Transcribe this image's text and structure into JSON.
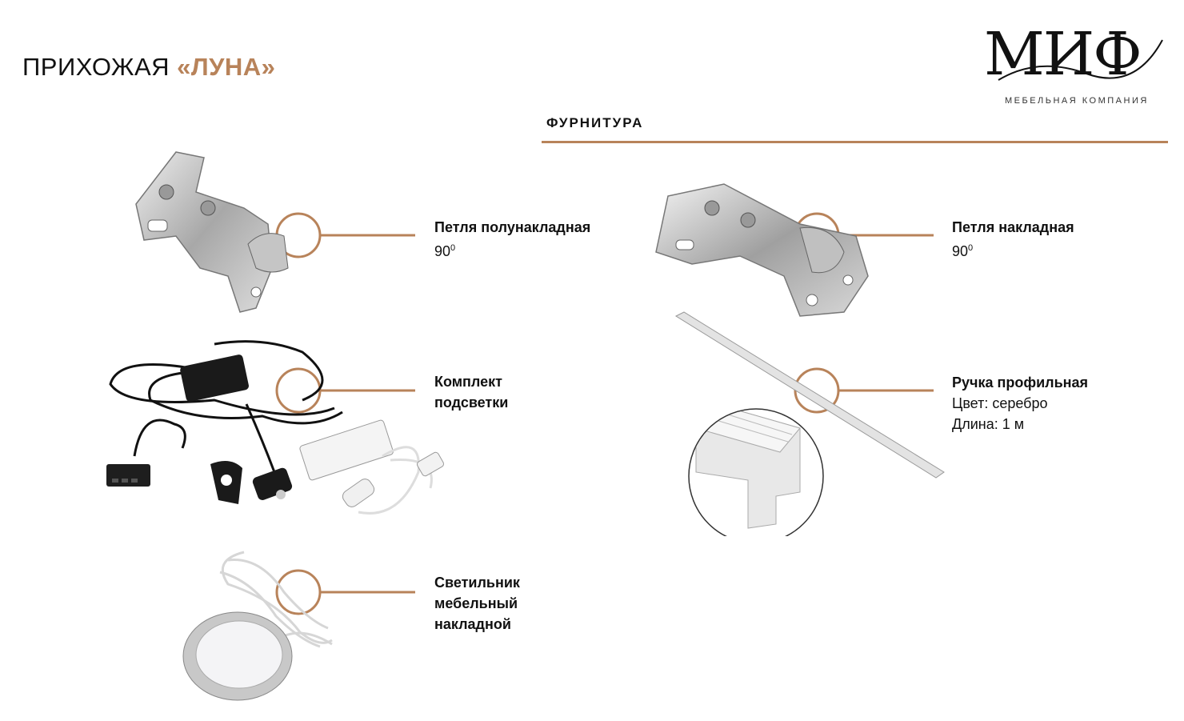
{
  "header": {
    "title_prefix": "ПРИХОЖАЯ ",
    "title_accent": "«ЛУНА»"
  },
  "logo": {
    "wordmark": "МИФ",
    "tagline": "МЕБЕЛЬНАЯ КОМПАНИЯ"
  },
  "section": {
    "title": "ФУРНИТУРА"
  },
  "colors": {
    "accent": "#b8835a",
    "text": "#111111"
  },
  "items": [
    {
      "name": "Петля полунакладная",
      "detail_value": "90",
      "detail_sup": "0",
      "icon": "half-overlay-hinge-image"
    },
    {
      "name": "Петля накладная",
      "detail_value": "90",
      "detail_sup": "0",
      "icon": "overlay-hinge-image"
    },
    {
      "name_line1": "Комплект",
      "name_line2": "подсветки",
      "icon": "led-lighting-kit-image"
    },
    {
      "name": "Ручка профильная",
      "detail1": "Цвет: серебро",
      "detail2": "Длина: 1 м",
      "icon": "profile-handle-image"
    },
    {
      "name_line1": "Светильник",
      "name_line2": "мебельный",
      "name_line3": "накладной",
      "icon": "furniture-lamp-image"
    }
  ]
}
